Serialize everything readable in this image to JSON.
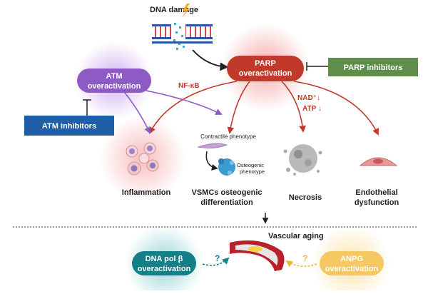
{
  "dna_damage": {
    "label": "DNA damage"
  },
  "parp": {
    "line1": "PARP",
    "line2": "overactivation"
  },
  "parp_inhibitors": {
    "label": "PARP inhibitors"
  },
  "atm": {
    "line1": "ATM",
    "line2": "overactivation"
  },
  "atm_inhibitors": {
    "label": "ATM inhibitors"
  },
  "nfkb": {
    "label": "NF-κB"
  },
  "nad": {
    "label": "NAD⁺↓"
  },
  "atp": {
    "label": "ATP ↓"
  },
  "contractile": {
    "label": "Contractile phenotype"
  },
  "osteogenic": {
    "line1": "Osteogenic",
    "line2": "phenotype"
  },
  "outcomes": {
    "inflammation": {
      "label": "Inflammation"
    },
    "vsmc": {
      "line1": "VSMCs osteogenic",
      "line2": "differentiation"
    },
    "necrosis": {
      "label": "Necrosis"
    },
    "endothelial": {
      "line1": "Endothelial",
      "line2": "dysfunction"
    }
  },
  "vascular_aging": {
    "label": "Vascular aging"
  },
  "dna_pol": {
    "line1": "DNA pol β",
    "line2": "overactivation"
  },
  "anpg": {
    "line1": "ANPG",
    "line2": "overactivation"
  },
  "question": {
    "left": "?",
    "right": "?"
  },
  "colors": {
    "parp": "#c0392b",
    "parp_inhibitors": "#5e8e4a",
    "atm": "#8e5bc4",
    "atm_inhibitors": "#1f5fa8",
    "dna_pol": "#137f87",
    "anpg": "#f6c863"
  }
}
